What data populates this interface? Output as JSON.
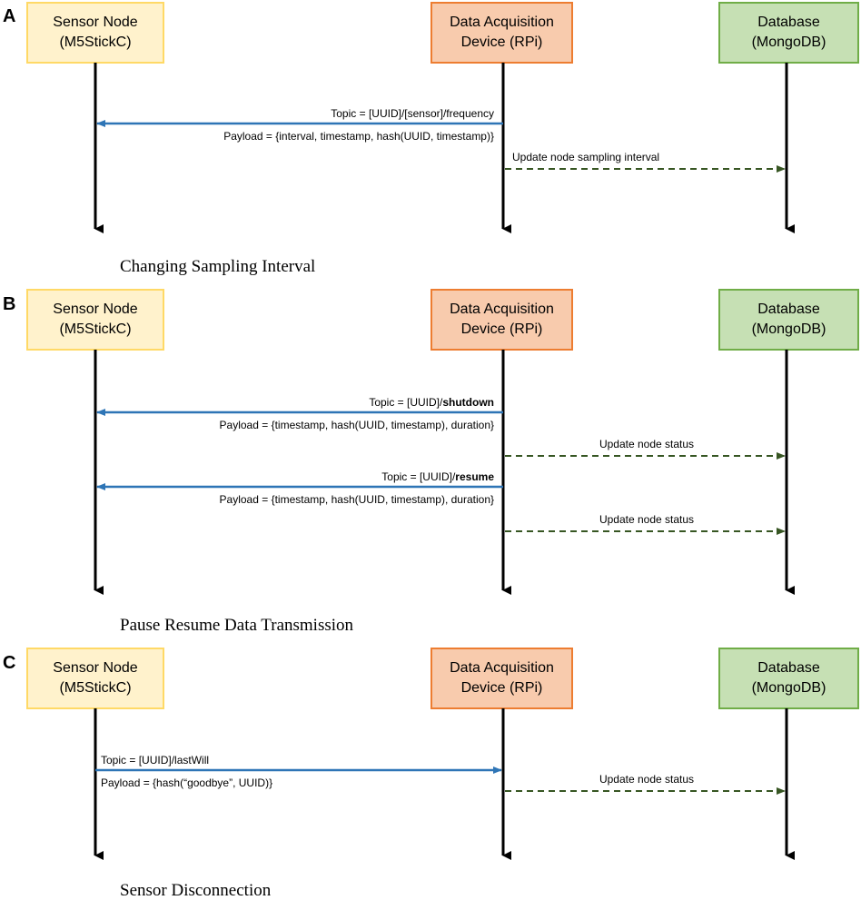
{
  "colors": {
    "sensor_fill": "#FFF2CC",
    "sensor_stroke": "#FFD966",
    "rpi_fill": "#F8CBAD",
    "rpi_stroke": "#ED7D31",
    "db_fill": "#C6E0B4",
    "db_stroke": "#70AD47",
    "mqtt_arrow": "#2E75B6",
    "db_arrow": "#375623"
  },
  "participants": {
    "sensor": [
      "Sensor Node",
      "(M5StickC)"
    ],
    "rpi": [
      "Data Acquisition",
      "Device (RPi)"
    ],
    "db": [
      "Database",
      "(MongoDB)"
    ]
  },
  "panels": [
    {
      "letter": "A",
      "caption": "Changing Sampling Interval",
      "messages": [
        {
          "type": "mqtt",
          "direction": "to-sensor",
          "topic_prefix": "Topic = [UUID]/[sensor]/frequency",
          "topic_bold": "",
          "payload": "Payload = {interval, timestamp, hash(UUID, timestamp)}"
        },
        {
          "type": "db",
          "label": "Update node sampling interval",
          "align": "start"
        }
      ]
    },
    {
      "letter": "B",
      "caption": "Pause Resume Data Transmission",
      "messages": [
        {
          "type": "mqtt",
          "direction": "to-sensor",
          "topic_prefix": "Topic = [UUID]/",
          "topic_bold": "shutdown",
          "payload": "Payload = {timestamp, hash(UUID, timestamp), duration}"
        },
        {
          "type": "db",
          "label": "Update node status",
          "align": "middle"
        },
        {
          "type": "mqtt",
          "direction": "to-sensor",
          "topic_prefix": "Topic = [UUID]/",
          "topic_bold": "resume",
          "payload": "Payload = {timestamp, hash(UUID, timestamp), duration}"
        },
        {
          "type": "db",
          "label": "Update node status",
          "align": "middle"
        }
      ]
    },
    {
      "letter": "C",
      "caption": "Sensor Disconnection",
      "messages": [
        {
          "type": "mqtt",
          "direction": "to-rpi",
          "topic_prefix": "Topic = [UUID]/lastWill",
          "topic_bold": "",
          "payload": "Payload = {hash(“goodbye”, UUID)}"
        },
        {
          "type": "db",
          "label": "Update node status",
          "align": "middle"
        }
      ]
    }
  ]
}
